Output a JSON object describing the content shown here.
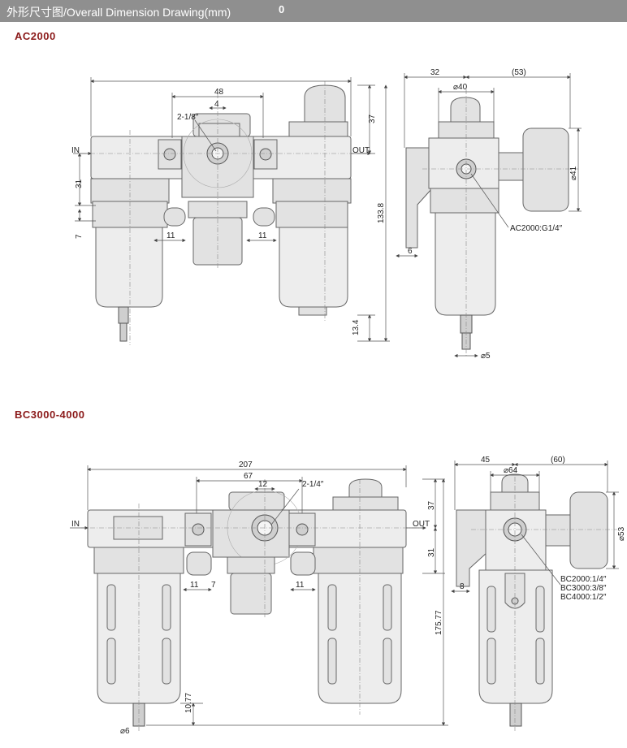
{
  "header": {
    "title": "外形尺寸图/Overall Dimension Drawing(mm)",
    "mark": "0"
  },
  "sections": [
    {
      "id": "ac2000",
      "title": "AC2000",
      "labels": {
        "in": "IN",
        "out": "OUT",
        "dim_48": "48",
        "dim_4": "4",
        "dim_2_18": "2-1/8″",
        "dim_37": "37",
        "dim_31": "31",
        "dim_7": "7",
        "dim_11a": "11",
        "dim_11b": "11",
        "dim_133": "133.8",
        "dim_13": "13.4",
        "side_32": "32",
        "side_53": "(53)",
        "side_40": "⌀40",
        "side_41": "⌀41",
        "side_6": "6",
        "side_5": "⌀5",
        "port": "AC2000:G1/4″"
      }
    },
    {
      "id": "bc3000",
      "title": "BC3000-4000",
      "labels": {
        "in": "IN",
        "out": "OUT",
        "dim_207": "207",
        "dim_67": "67",
        "dim_12": "12",
        "dim_2_14": "2-1/4″",
        "dim_37": "37",
        "dim_31": "31",
        "dim_11a": "11",
        "dim_7": "7",
        "dim_11b": "11",
        "dim_175": "175.77",
        "dim_10": "10.77",
        "dim_6": "⌀6",
        "side_45": "45",
        "side_60": "(60)",
        "side_64": "⌀64",
        "side_53": "⌀53",
        "side_8": "8",
        "port1": "BC2000:1/4″",
        "port2": "BC3000:3/8″",
        "port3": "BC4000:1/2″"
      }
    }
  ]
}
